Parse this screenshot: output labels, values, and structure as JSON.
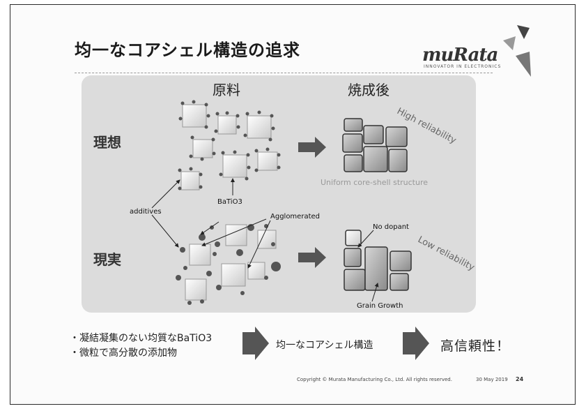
{
  "slide": {
    "title": "均一なコアシェル構造の追求",
    "logo": "muRata",
    "logo_tagline": "INNOVATOR IN ELECTRONICS",
    "col_raw": "原料",
    "col_fired": "焼成後",
    "row_ideal": "理想",
    "row_reality": "現実",
    "label_additives": "additives",
    "label_batio3": "BaTiO3",
    "label_agglomerated": "Agglomerated",
    "label_no_dopant": "No dopant",
    "label_grain_growth": "Grain Growth",
    "label_uniform": "Uniform core-shell structure",
    "label_high": "High reliability",
    "label_low": "Low reliability",
    "bullets": [
      "・凝結凝集のない均質なBaTiO3",
      "・微粒で高分散の添加物"
    ],
    "arrow_text_1": "均一なコアシェル構造",
    "arrow_text_2": "高信頼性！",
    "footer": "Copyright © Murata Manufacturing Co., Ltd. All rights reserved.",
    "date": "30 May 2019",
    "page": "24"
  }
}
